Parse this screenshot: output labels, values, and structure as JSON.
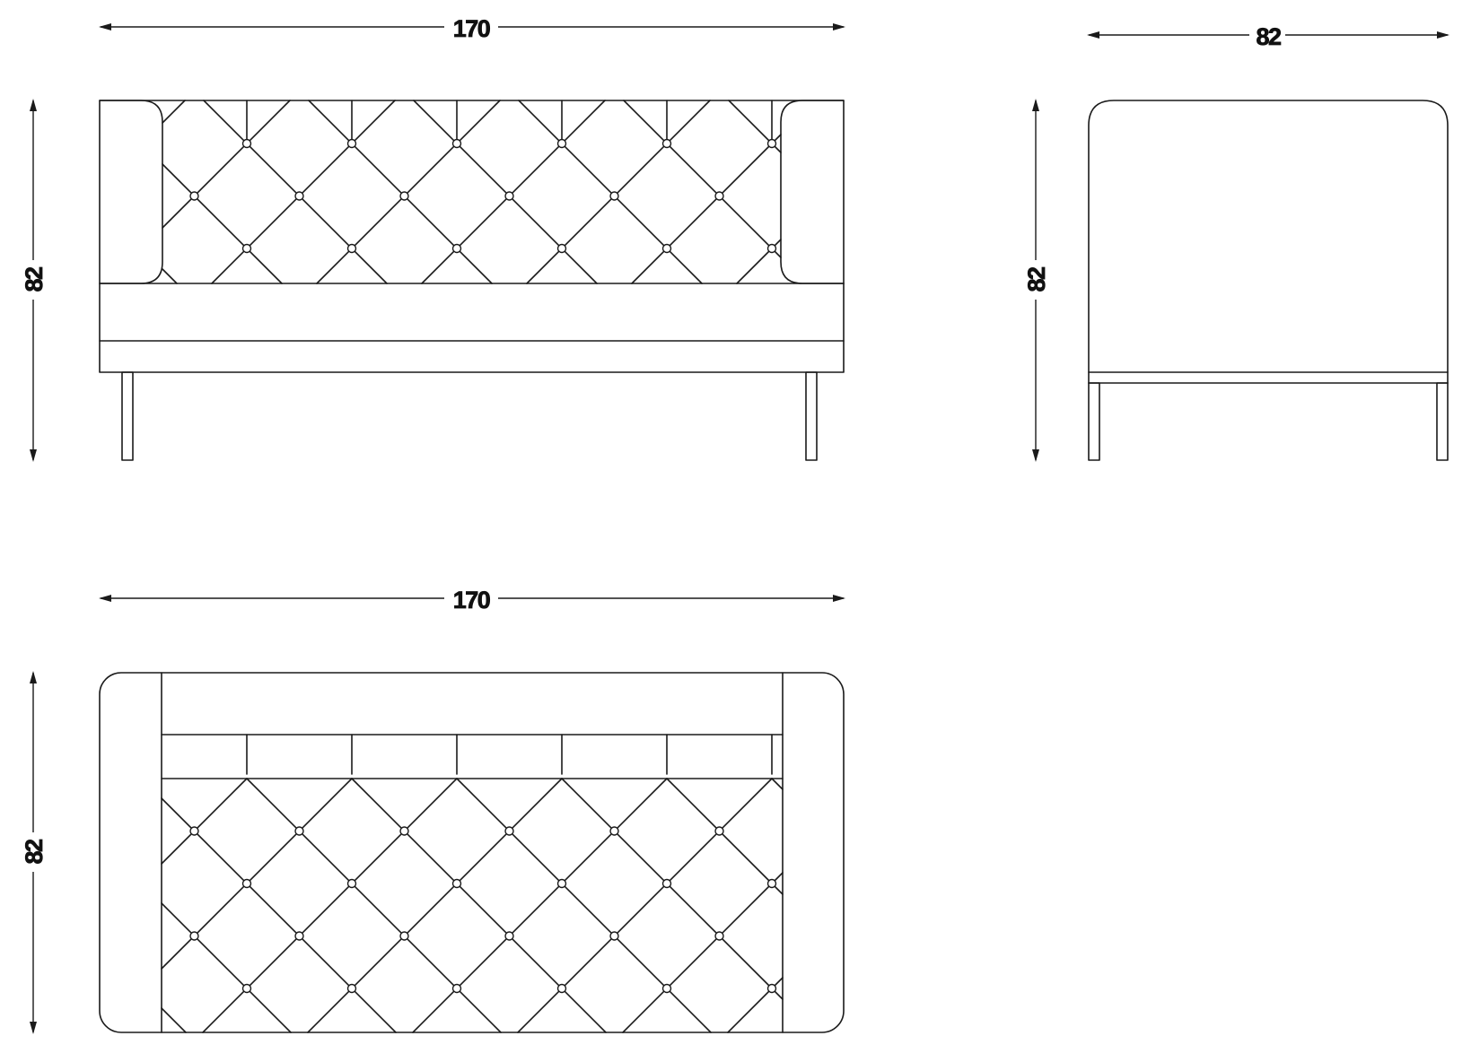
{
  "drawing": {
    "front_view": {
      "width_label": "170",
      "height_label": "82"
    },
    "side_view": {
      "depth_label": "82",
      "height_label": "82"
    },
    "top_view": {
      "width_label": "170",
      "depth_label": "82"
    }
  },
  "style": {
    "line_color": "#1a1a1a",
    "background": "#ffffff"
  }
}
